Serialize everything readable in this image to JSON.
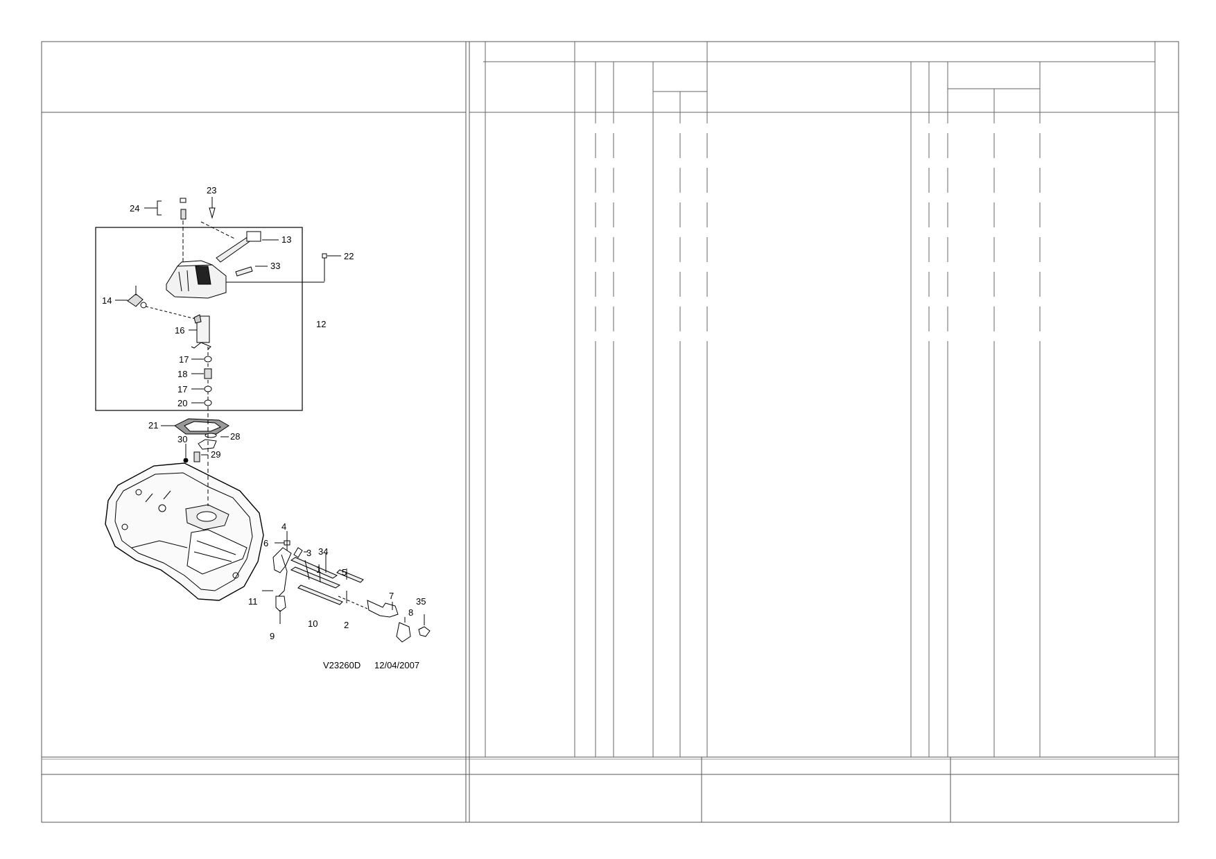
{
  "drawing": {
    "reference": "V23260D",
    "date": "12/04/2007"
  },
  "callouts": {
    "c1": "1",
    "c2": "2",
    "c3": "3",
    "c4": "4",
    "c5": "5",
    "c6": "6",
    "c7": "7",
    "c8": "8",
    "c9": "9",
    "c10": "10",
    "c11": "11",
    "c12": "12",
    "c13": "13",
    "c14": "14",
    "c16": "16",
    "c17a": "17",
    "c17b": "17",
    "c18": "18",
    "c20": "20",
    "c21": "21",
    "c22": "22",
    "c23": "23",
    "c24": "24",
    "c28": "28",
    "c29": "29",
    "c30": "30",
    "c33": "33",
    "c34": "34",
    "c35": "35"
  }
}
